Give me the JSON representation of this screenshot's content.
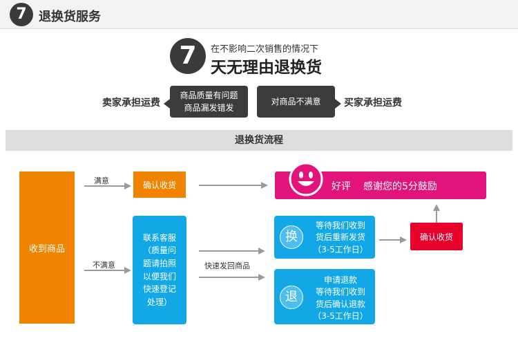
{
  "header": {
    "badge": "7",
    "title": "退换货服务"
  },
  "hero": {
    "number": "7",
    "subtitle": "在不影响二次销售的情况下",
    "title": "天无理由退换货"
  },
  "policy": {
    "seller_pays": "卖家承担运费",
    "seller_box_line1": "商品质量有问题",
    "seller_box_line2": "商品漏发错发",
    "buyer_box": "对商品不满意",
    "buyer_pays": "买家承担运费"
  },
  "flow": {
    "band_title": "退换货流程",
    "received": "收到商品",
    "satisfied": "满意",
    "not_satisfied": "不满意",
    "confirm_receipt": "确认收货",
    "review_title": "好评",
    "review_text": "感谢您的5分鼓励",
    "contact_lines": [
      "联系客服",
      "（质量问",
      "题请拍照",
      "以便我们",
      "快速登记",
      "处理）"
    ],
    "return_quick": "快速发回商品",
    "exchange_char": "换",
    "exchange_lines": [
      "等待我们收到",
      "货后重新发货",
      "（3-5工作日）"
    ],
    "confirm_receipt2": "确认收货",
    "refund_char": "退",
    "refund_lines": [
      "申请退款",
      "等待我们收到",
      "货后确认退款",
      "（3-5工作日）"
    ]
  },
  "colors": {
    "orange": "#f08300",
    "blue": "#12a8e8",
    "red": "#e6002a",
    "magenta": "#e2147b",
    "dark": "#3b3b3b",
    "band": "#dedede"
  },
  "icons": {
    "review": "smiley-face-icon"
  }
}
